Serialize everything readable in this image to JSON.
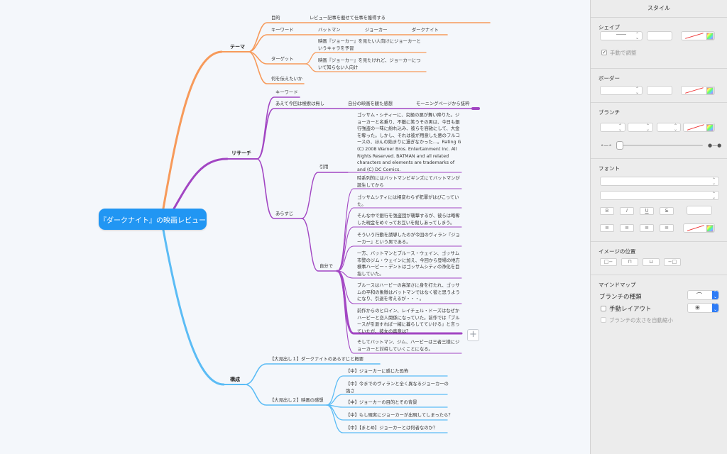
{
  "mindmap": {
    "root": "『ダークナイト』の映画レビュー",
    "theme": {
      "label": "テーマ",
      "purpose": "目的",
      "purpose_value": "レビュー記事を載せて仕事を獲得する",
      "keyword": "キーワード",
      "kw1": "バットマン",
      "kw2": "ジョーカー",
      "kw3": "ダークナイト",
      "target": "ターゲット",
      "target1": "映画『ジョーカー』を見たい人向けにジョーカーというキャラを予習",
      "target2": "映画『ジョーカー』を見たけれど、ジョーカーについて知らない人向け",
      "message": "何を伝えたいか"
    },
    "research": {
      "label": "リサーチ",
      "keyword": "キーワード",
      "no_search": "あえて今回は検索は無し",
      "impression": "自分の映画を観た感想",
      "morning": "モーニングページから抜粋",
      "synopsis": "あらすじ",
      "quote": "引用",
      "quote_text": "ゴッサム・シティーに、究極の悪が舞い降りた。ジョーカーと名乗り、不敵に笑うその男は、今日も銀行強盗の一味に紛れ込み、彼らを容赦にして、大金を奪った。しかし、それは彼が用意した悪のフルコースの、ほんの始まりに過ぎなかった…。Rating G (C) 2008 Warner Bros. Entertainment Inc. All Rights Reserved. BATMAN and all related characters and elements are trademarks of and (C) DC Comics.",
      "own": "自分で",
      "own_items": [
        "時系列的にはバットマンビギンズにてバットマンが誕生してから",
        "ゴッサムシティには相変わらず犯罪がはびこっていた。",
        "そんな中で銀行を強盗団が襲撃するが、彼らは略奪した現金をめぐってお互いを殺しあってしまう。",
        "そういう行動を誘導したのが今回のヴィラン『ジョーカー』という男である。",
        "一方、バットマンとブルース・ウェイン、ゴッサム市警のジム・ウェインに加え、今回から登場の地方検事ハービー・デントはゴッサムシティの浄化を目指していた。",
        "ブルースはハービーの高潔さに身を打たれ、ゴッサムの平和の象徴はバットマンではなく彼と思うようになり、引退を考えるが・・・。",
        "前作からのヒロイン、レイチェル・ドーズはなぜかハービーと恋人関係になっていた。前作では「ブルースが引退すれば一緒に暮らしてていける」と言っていたが、彼女の真意は？",
        "そしてバットマン、ジム、ハービーは三者三様にジョーカーと対峙していくことになる。"
      ]
    },
    "structure": {
      "label": "構成",
      "h1": "【大見出し１】ダークナイトのあらすじと概要",
      "h2": "【大見出し２】映画の感想",
      "subs": [
        "【中】ジョーカーに感じた恐怖",
        "【中】今までのヴィランと全く異なるジョーカーの強さ",
        "【中】ジョーカーの目的とその背景",
        "【中】もし現実にジョーカーが出現してしまったら？",
        "【中】【まとめ】ジョーカーとは何者なのか？"
      ]
    }
  },
  "sidebar": {
    "title": "スタイル",
    "shape": {
      "title": "シェイプ",
      "auto_adjust": "手動で調整",
      "auto_checked": true
    },
    "border": {
      "title": "ボーダー"
    },
    "branch": {
      "title": "ブランチ"
    },
    "font": {
      "title": "フォント",
      "bold": "B",
      "italic": "I",
      "underline": "U",
      "strike": "S"
    },
    "image_position": {
      "title": "イメージの位置"
    },
    "mindmap": {
      "title": "マインドマップ",
      "branch_type": "ブランチの種類",
      "manual_layout": "手動レイアウト",
      "auto_shrink": "ブランチの太さを自動縮小"
    }
  },
  "colors": {
    "orange": "#f79a5a",
    "purple": "#a246c3",
    "blue": "#5bbcf5",
    "root": "#2196f3"
  }
}
